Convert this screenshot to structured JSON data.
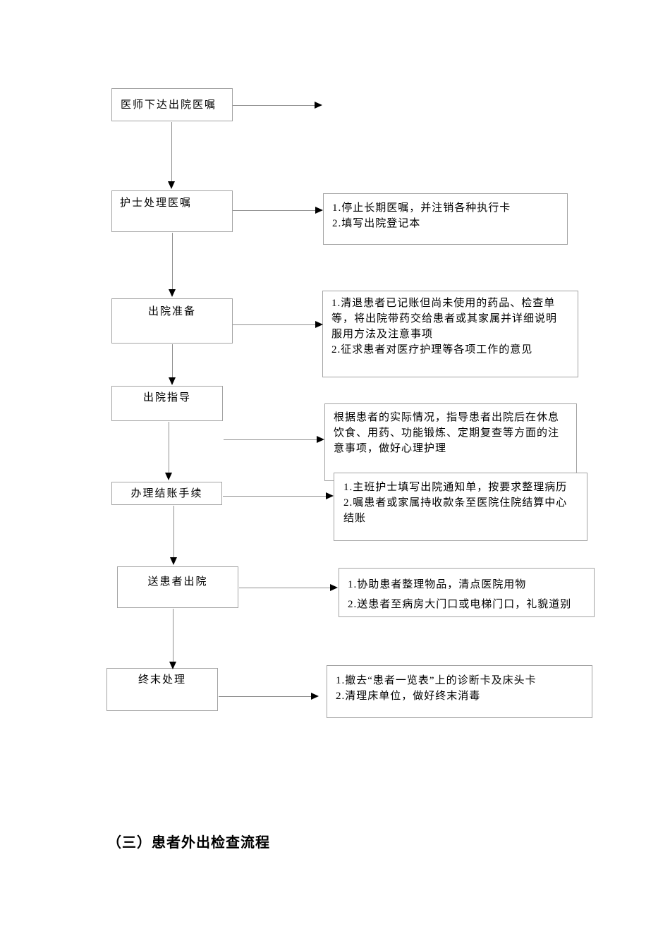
{
  "document": {
    "section_heading": "（三）患者外出检查流程"
  },
  "colors": {
    "box_border": "#a3a3a3",
    "connector_line": "#8f8f8f",
    "arrowhead": "#000000",
    "text": "#000000",
    "background": "#ffffff"
  },
  "flowchart": {
    "steps": [
      {
        "label": "医师下达出院医嘱"
      },
      {
        "label": "护士处理医嘱"
      },
      {
        "label": "出院准备"
      },
      {
        "label": "出院指导"
      },
      {
        "label": "办理结账手续"
      },
      {
        "label": "送患者出院"
      },
      {
        "label": "终末处理"
      }
    ],
    "details": [
      {
        "lines": [
          "1.停止长期医嘱，并注销各种执行卡",
          "2.填写出院登记本"
        ]
      },
      {
        "lines": [
          "1.清退患者已记账但尚未使用的药品、检查单等，将出院带药交给患者或其家属并详细说明服用方法及注意事项",
          "2.征求患者对医疗护理等各项工作的意见"
        ]
      },
      {
        "lines": [
          "根据患者的实际情况，指导患者出院后在休息饮食、用药、功能锻炼、定期复查等方面的注意事项，做好心理护理"
        ]
      },
      {
        "lines": [
          "1.主班护士填写出院通知单，按要求整理病历",
          "2.嘱患者或家属持收款条至医院住院结算中心结账"
        ]
      },
      {
        "lines": [
          "1.协助患者整理物品，清点医院用物",
          "2.送患者至病房大门口或电梯门口，礼貌道别"
        ]
      },
      {
        "lines": [
          "1.撤去“患者一览表”上的诊断卡及床头卡",
          "2.清理床单位，做好终末消毒"
        ]
      }
    ]
  }
}
